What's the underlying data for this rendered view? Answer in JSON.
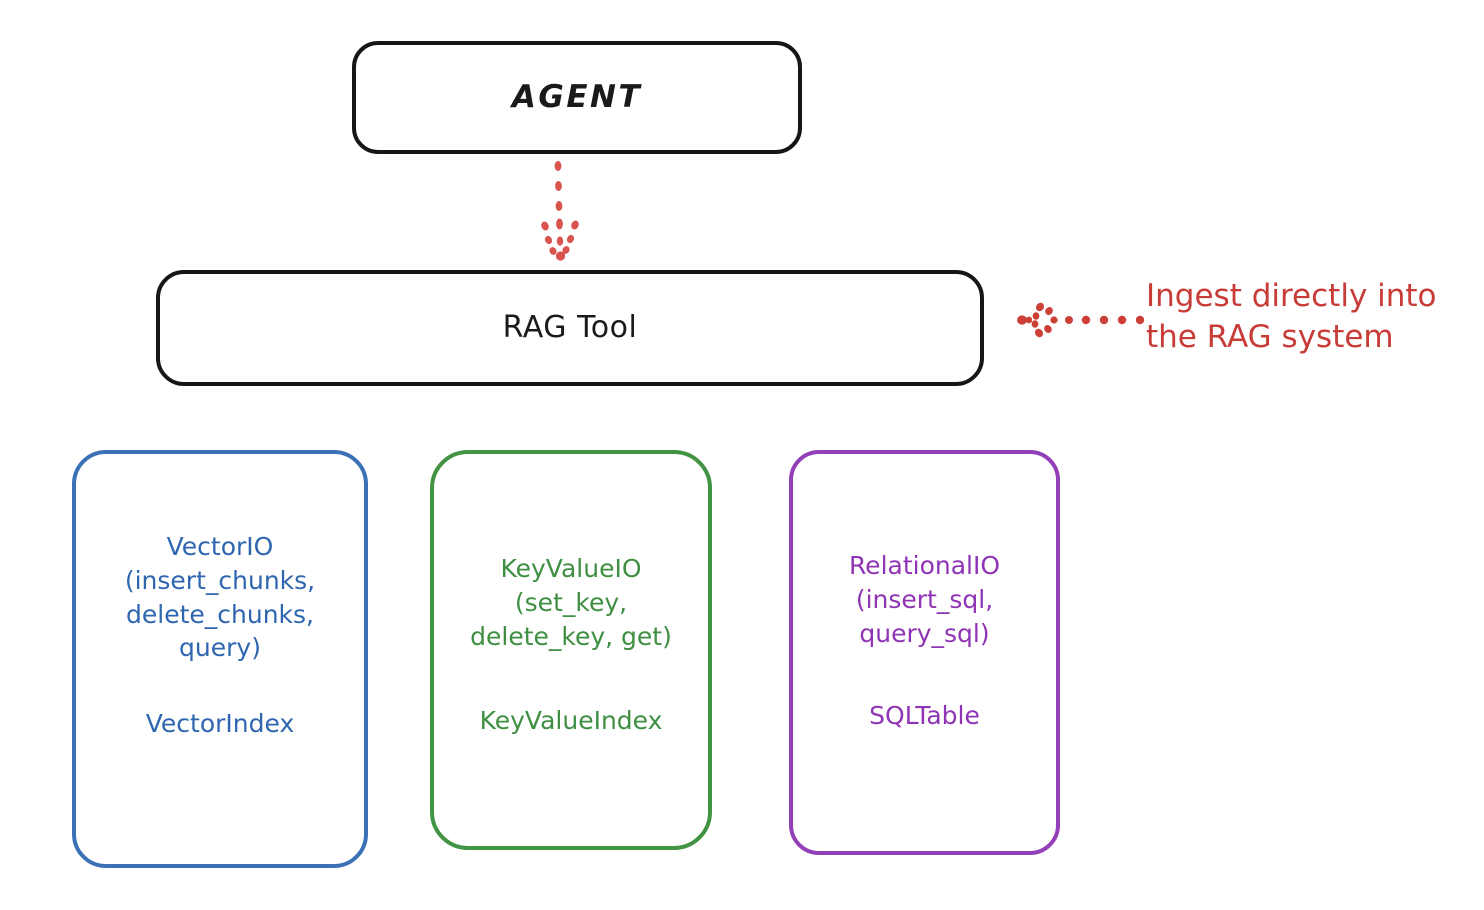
{
  "diagram": {
    "title_node": "AGENT",
    "tool_node": "RAG Tool",
    "annotation": "Ingest directly into\nthe RAG system",
    "colors": {
      "agent_border": "#161616",
      "ragtool_border": "#161616",
      "vector": "#2f66b0",
      "keyvalue": "#3f8f42",
      "relational": "#8f34b4",
      "annotation_red": "#c83c38",
      "background": "#ffffff"
    },
    "providers": [
      {
        "id": "vector",
        "api": "VectorIO\n(insert_chunks,\ndelete_chunks,\nquery)",
        "index": "VectorIndex",
        "color": "#2f66b0"
      },
      {
        "id": "keyvalue",
        "api": "KeyValueIO\n(set_key,\ndelete_key, get)",
        "index": "KeyValueIndex",
        "color": "#3f8f42"
      },
      {
        "id": "relational",
        "api": "RelationalIO\n(insert_sql,\nquery_sql)",
        "index": "SQLTable",
        "color": "#8f34b4"
      }
    ],
    "connectors": [
      {
        "id": "agent-to-ragtool",
        "style": "dotted",
        "direction": "down",
        "color": "#d9534f"
      },
      {
        "id": "annotation-to-ragtool",
        "style": "dotted",
        "direction": "left",
        "color": "#cc4038"
      }
    ]
  }
}
